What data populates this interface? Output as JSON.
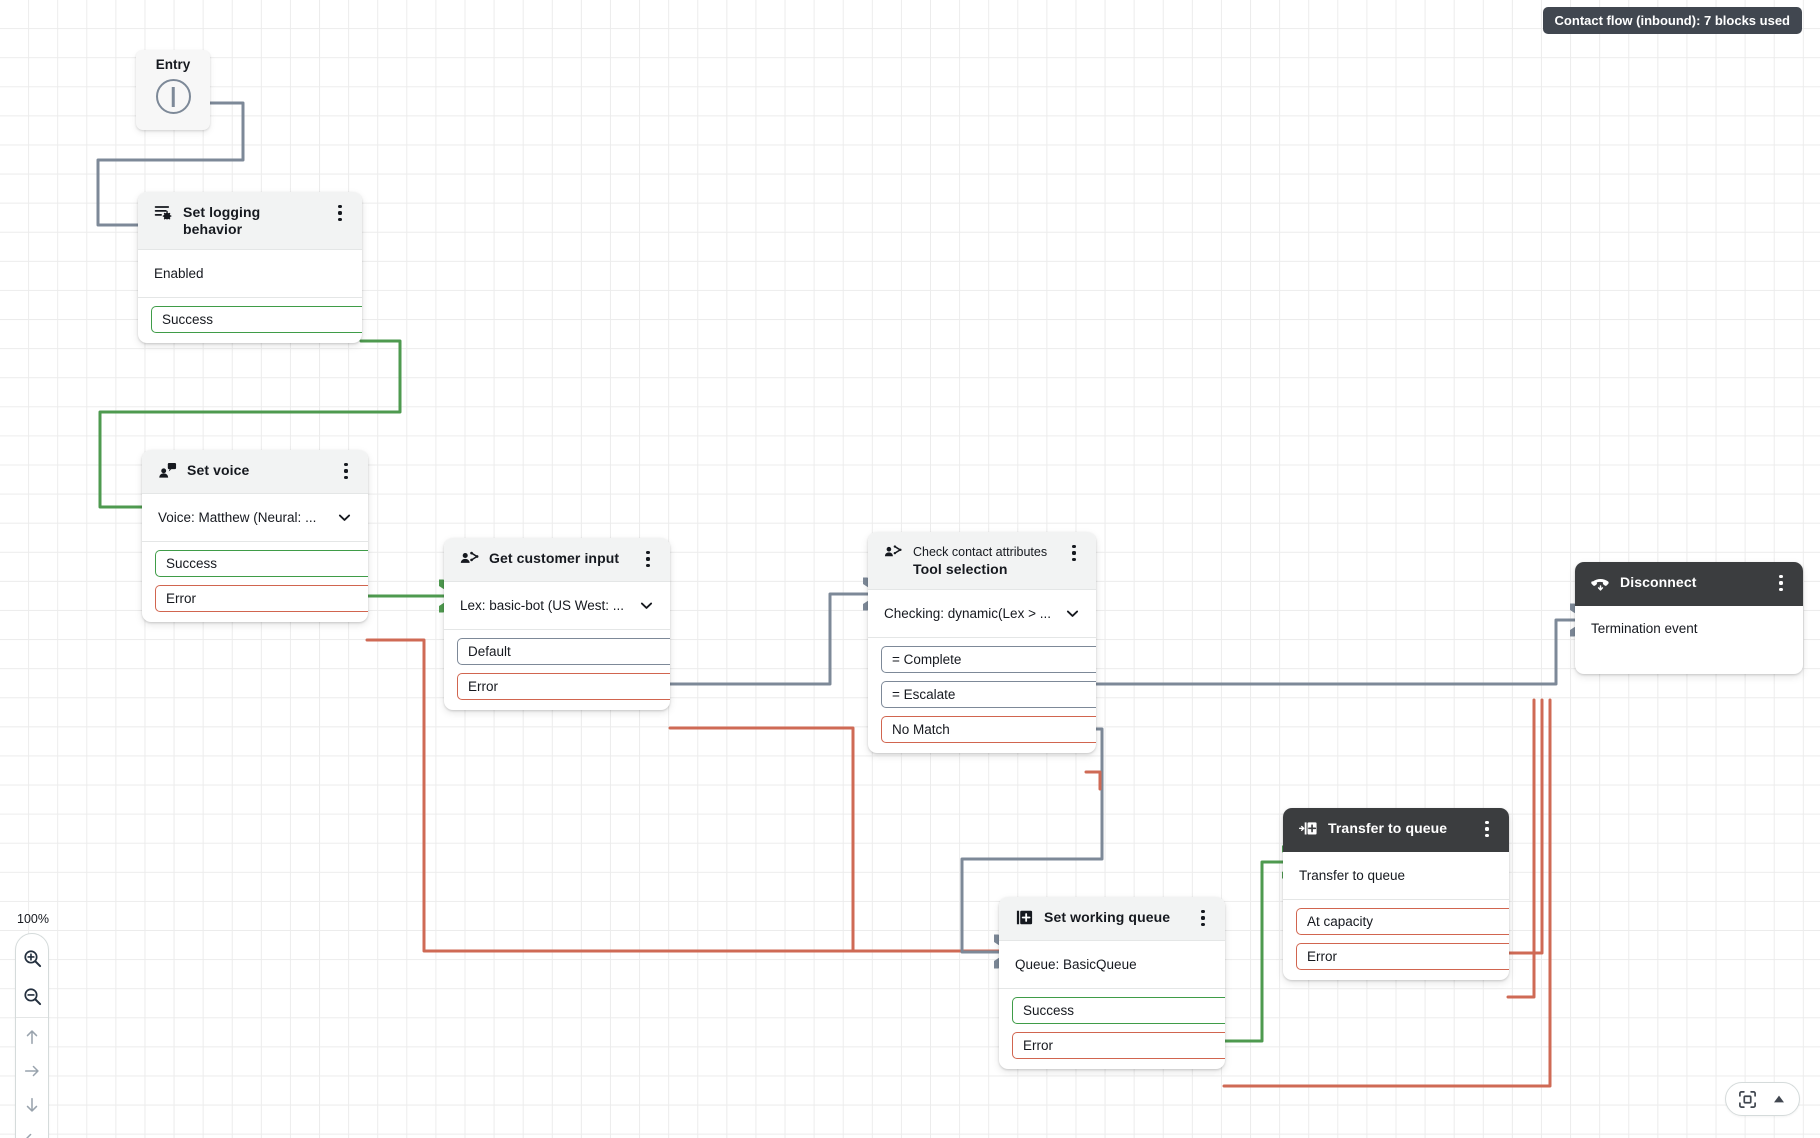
{
  "header": {
    "badge_text": "Contact flow (inbound): 7 blocks used"
  },
  "entry": {
    "label": "Entry",
    "icon": "entry-port-icon"
  },
  "zoom_controls": {
    "level_label": "100%",
    "zoom_in_icon": "zoom-in-icon",
    "zoom_out_icon": "zoom-out-icon",
    "pan_up_icon": "arrow-up-icon",
    "pan_right_icon": "arrow-right-icon",
    "pan_down_icon": "arrow-down-icon",
    "pan_left_icon": "arrow-left-icon"
  },
  "view_controls": {
    "fit_icon": "fit-to-screen-icon",
    "collapse_icon": "triangle-up-icon"
  },
  "colors": {
    "success": "#3f9c48",
    "error": "#d1654f",
    "neutral": "#7d8998",
    "dark_header": "#3b3d3f",
    "light_header": "#f2f3f3",
    "badge": "#414750",
    "grid_line": "#ececec"
  },
  "blocks": [
    {
      "id": "set-logging-behavior",
      "icon": "logging-bug-icon",
      "kicker": "",
      "title": "Set logging behavior",
      "body": "Enabled",
      "body_has_chevron": false,
      "header_dark": false,
      "ports": [
        {
          "label": "Success",
          "type": "success"
        }
      ]
    },
    {
      "id": "set-voice",
      "icon": "voice-person-icon",
      "kicker": "",
      "title": "Set voice",
      "body": "Voice: Matthew (Neural: ...",
      "body_has_chevron": true,
      "header_dark": false,
      "ports": [
        {
          "label": "Success",
          "type": "success"
        },
        {
          "label": "Error",
          "type": "error"
        }
      ]
    },
    {
      "id": "get-customer-input",
      "icon": "customer-input-icon",
      "kicker": "",
      "title": "Get customer input",
      "body": "Lex: basic-bot (US West: ...",
      "body_has_chevron": true,
      "header_dark": false,
      "ports": [
        {
          "label": "Default",
          "type": "neutral"
        },
        {
          "label": "Error",
          "type": "error"
        }
      ]
    },
    {
      "id": "check-contact-attributes",
      "icon": "check-attributes-icon",
      "kicker": "Check contact attributes",
      "title": "Tool selection",
      "body": "Checking: dynamic(Lex > ...",
      "body_has_chevron": true,
      "header_dark": false,
      "ports": [
        {
          "label": "= Complete",
          "type": "neutral"
        },
        {
          "label": "= Escalate",
          "type": "neutral"
        },
        {
          "label": "No Match",
          "type": "error"
        }
      ]
    },
    {
      "id": "disconnect",
      "icon": "phone-down-icon",
      "kicker": "",
      "title": "Disconnect",
      "body": "Termination event",
      "body_has_chevron": false,
      "header_dark": true,
      "ports": []
    },
    {
      "id": "set-working-queue",
      "icon": "queue-plus-icon",
      "kicker": "",
      "title": "Set working queue",
      "body": "Queue: BasicQueue",
      "body_has_chevron": false,
      "header_dark": false,
      "ports": [
        {
          "label": "Success",
          "type": "success"
        },
        {
          "label": "Error",
          "type": "error"
        }
      ]
    },
    {
      "id": "transfer-to-queue",
      "icon": "transfer-queue-icon",
      "kicker": "",
      "title": "Transfer to queue",
      "body": "Transfer to queue",
      "body_has_chevron": false,
      "header_dark": true,
      "ports": [
        {
          "label": "At capacity",
          "type": "error"
        },
        {
          "label": "Error",
          "type": "error"
        }
      ]
    }
  ]
}
